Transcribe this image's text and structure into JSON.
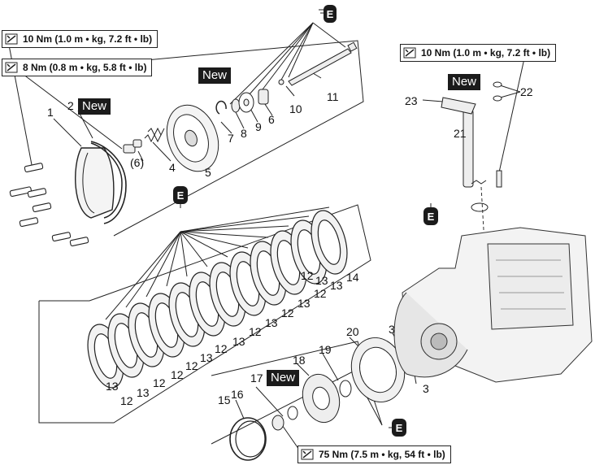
{
  "torque": {
    "t1": "10 Nm (1.0 m • kg, 7.2 ft • lb)",
    "t2": "8 Nm (0.8 m • kg, 5.8 ft • lb)",
    "t3": "10 Nm (1.0 m • kg, 7.2 ft • lb)",
    "t4": "75 Nm (7.5 m • kg, 54 ft • lb)"
  },
  "new_badge": "New",
  "grease_letter": "E",
  "numbers": {
    "n1": "1",
    "n2": "2",
    "n3": "3",
    "n3b": "3",
    "n4": "4",
    "n5": "5",
    "n6": "(6)",
    "n6b": "6",
    "n7": "7",
    "n8": "8",
    "n9": "9",
    "n10": "10",
    "n11": "11",
    "n12a": "12",
    "n12b": "12",
    "n12c": "12",
    "n12d": "12",
    "n12e": "12",
    "n12f": "12",
    "n12g": "12",
    "n12h": "12",
    "n12i": "12",
    "n13a": "13",
    "n13b": "13",
    "n13c": "13",
    "n13d": "13",
    "n13e": "13",
    "n13f": "13",
    "n13g": "13",
    "n13h": "13",
    "n14": "14",
    "n15": "15",
    "n16": "16",
    "n17": "17",
    "n18": "18",
    "n19": "19",
    "n20": "20",
    "n21": "21",
    "n22": "22",
    "n23": "23"
  },
  "icons": [
    "torque-wrench-icon",
    "grease-gun-icon"
  ]
}
